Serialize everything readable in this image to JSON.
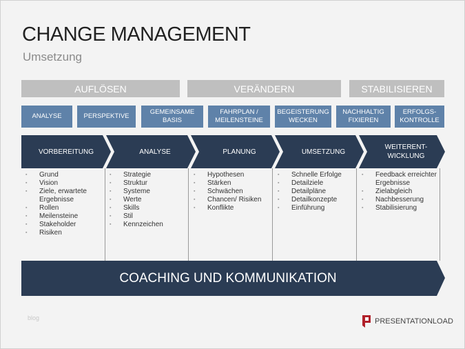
{
  "title": "CHANGE MANAGEMENT",
  "subtitle": "Umsetzung",
  "phases": [
    "AUFLÖSEN",
    "VERÄNDERN",
    "STABILISIEREN"
  ],
  "steps": [
    [
      "ANALYSE"
    ],
    [
      "PERSPEKTIVE"
    ],
    [
      "GEMEINSAME",
      "BASIS"
    ],
    [
      "FAHRPLAN /",
      "MEILENSTEINE"
    ],
    [
      "BEGEISTERUNG",
      "WECKEN"
    ],
    [
      "NACHHALTIG",
      "FIXIEREN"
    ],
    [
      "ERFOLGS-",
      "KONTROLLE"
    ]
  ],
  "stages": [
    {
      "label": [
        "VORBEREITUNG"
      ],
      "items": [
        "Grund",
        "Vision",
        "Ziele, erwartete Ergebnisse",
        "Rollen",
        "Meilensteine",
        "Stakeholder",
        "Risiken"
      ]
    },
    {
      "label": [
        "ANALYSE"
      ],
      "items": [
        "Strategie",
        "Struktur",
        "Systeme",
        "Werte",
        "Skills",
        "Stil",
        "Kennzeichen"
      ]
    },
    {
      "label": [
        "PLANUNG"
      ],
      "items": [
        "Hypothesen",
        "Stärken",
        "Schwächen",
        "Chancen/ Risiken",
        "Konflikte"
      ]
    },
    {
      "label": [
        "UMSETZUNG"
      ],
      "items": [
        "Schnelle Erfolge",
        "Detailziele",
        "Detailpläne",
        "Detailkonzepte",
        "Einführung"
      ]
    },
    {
      "label": [
        "WEITERENT-",
        "WICKLUNG"
      ],
      "items": [
        "Feedback erreichter Ergebnisse",
        "Zielabgleich",
        "Nachbesserung",
        "Stabilisierung"
      ]
    }
  ],
  "banner": "COACHING UND KOMMUNIKATION",
  "footer": {
    "blog": "blog",
    "logo": "PRESENTATIONLOAD"
  },
  "colors": {
    "phase": "#bfbfbf",
    "step": "#5f82a9",
    "dark": "#2b3c54"
  }
}
